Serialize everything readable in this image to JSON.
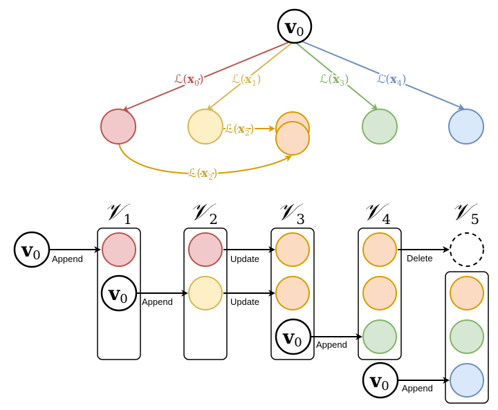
{
  "colors": {
    "red_fill": "#f2c9cb",
    "red_stroke": "#b85450",
    "yellow_fill": "#fdf0c6",
    "yellow_stroke": "#d6b656",
    "orange_fill": "#fbdcc2",
    "orange_stroke": "#d79b00",
    "green_fill": "#d6e8d4",
    "green_stroke": "#82b366",
    "blue_fill": "#dae8fc",
    "blue_stroke": "#6c8ebf",
    "gold_text": "#c9a53a"
  },
  "tree": {
    "root": {
      "base": "v",
      "sub": "0"
    },
    "edges": [
      {
        "script": "L",
        "arg": "x",
        "sub": "0"
      },
      {
        "script": "L",
        "arg": "x",
        "sub": "1"
      },
      {
        "script": "L",
        "arg": "x",
        "sub": "3"
      },
      {
        "script": "L",
        "arg": "x",
        "sub": "4"
      },
      {
        "script": "L",
        "arg": "x",
        "sub": "2"
      },
      {
        "script": "L",
        "arg": "x",
        "sub": "2"
      }
    ]
  },
  "sets": [
    {
      "base": "V",
      "sub": "1"
    },
    {
      "base": "V",
      "sub": "2"
    },
    {
      "base": "V",
      "sub": "3"
    },
    {
      "base": "V",
      "sub": "4"
    },
    {
      "base": "V",
      "sub": "5"
    }
  ],
  "v0": {
    "base": "v",
    "sub": "0"
  },
  "actions": {
    "append": "Append",
    "update": "Update",
    "delete": "Delete"
  }
}
